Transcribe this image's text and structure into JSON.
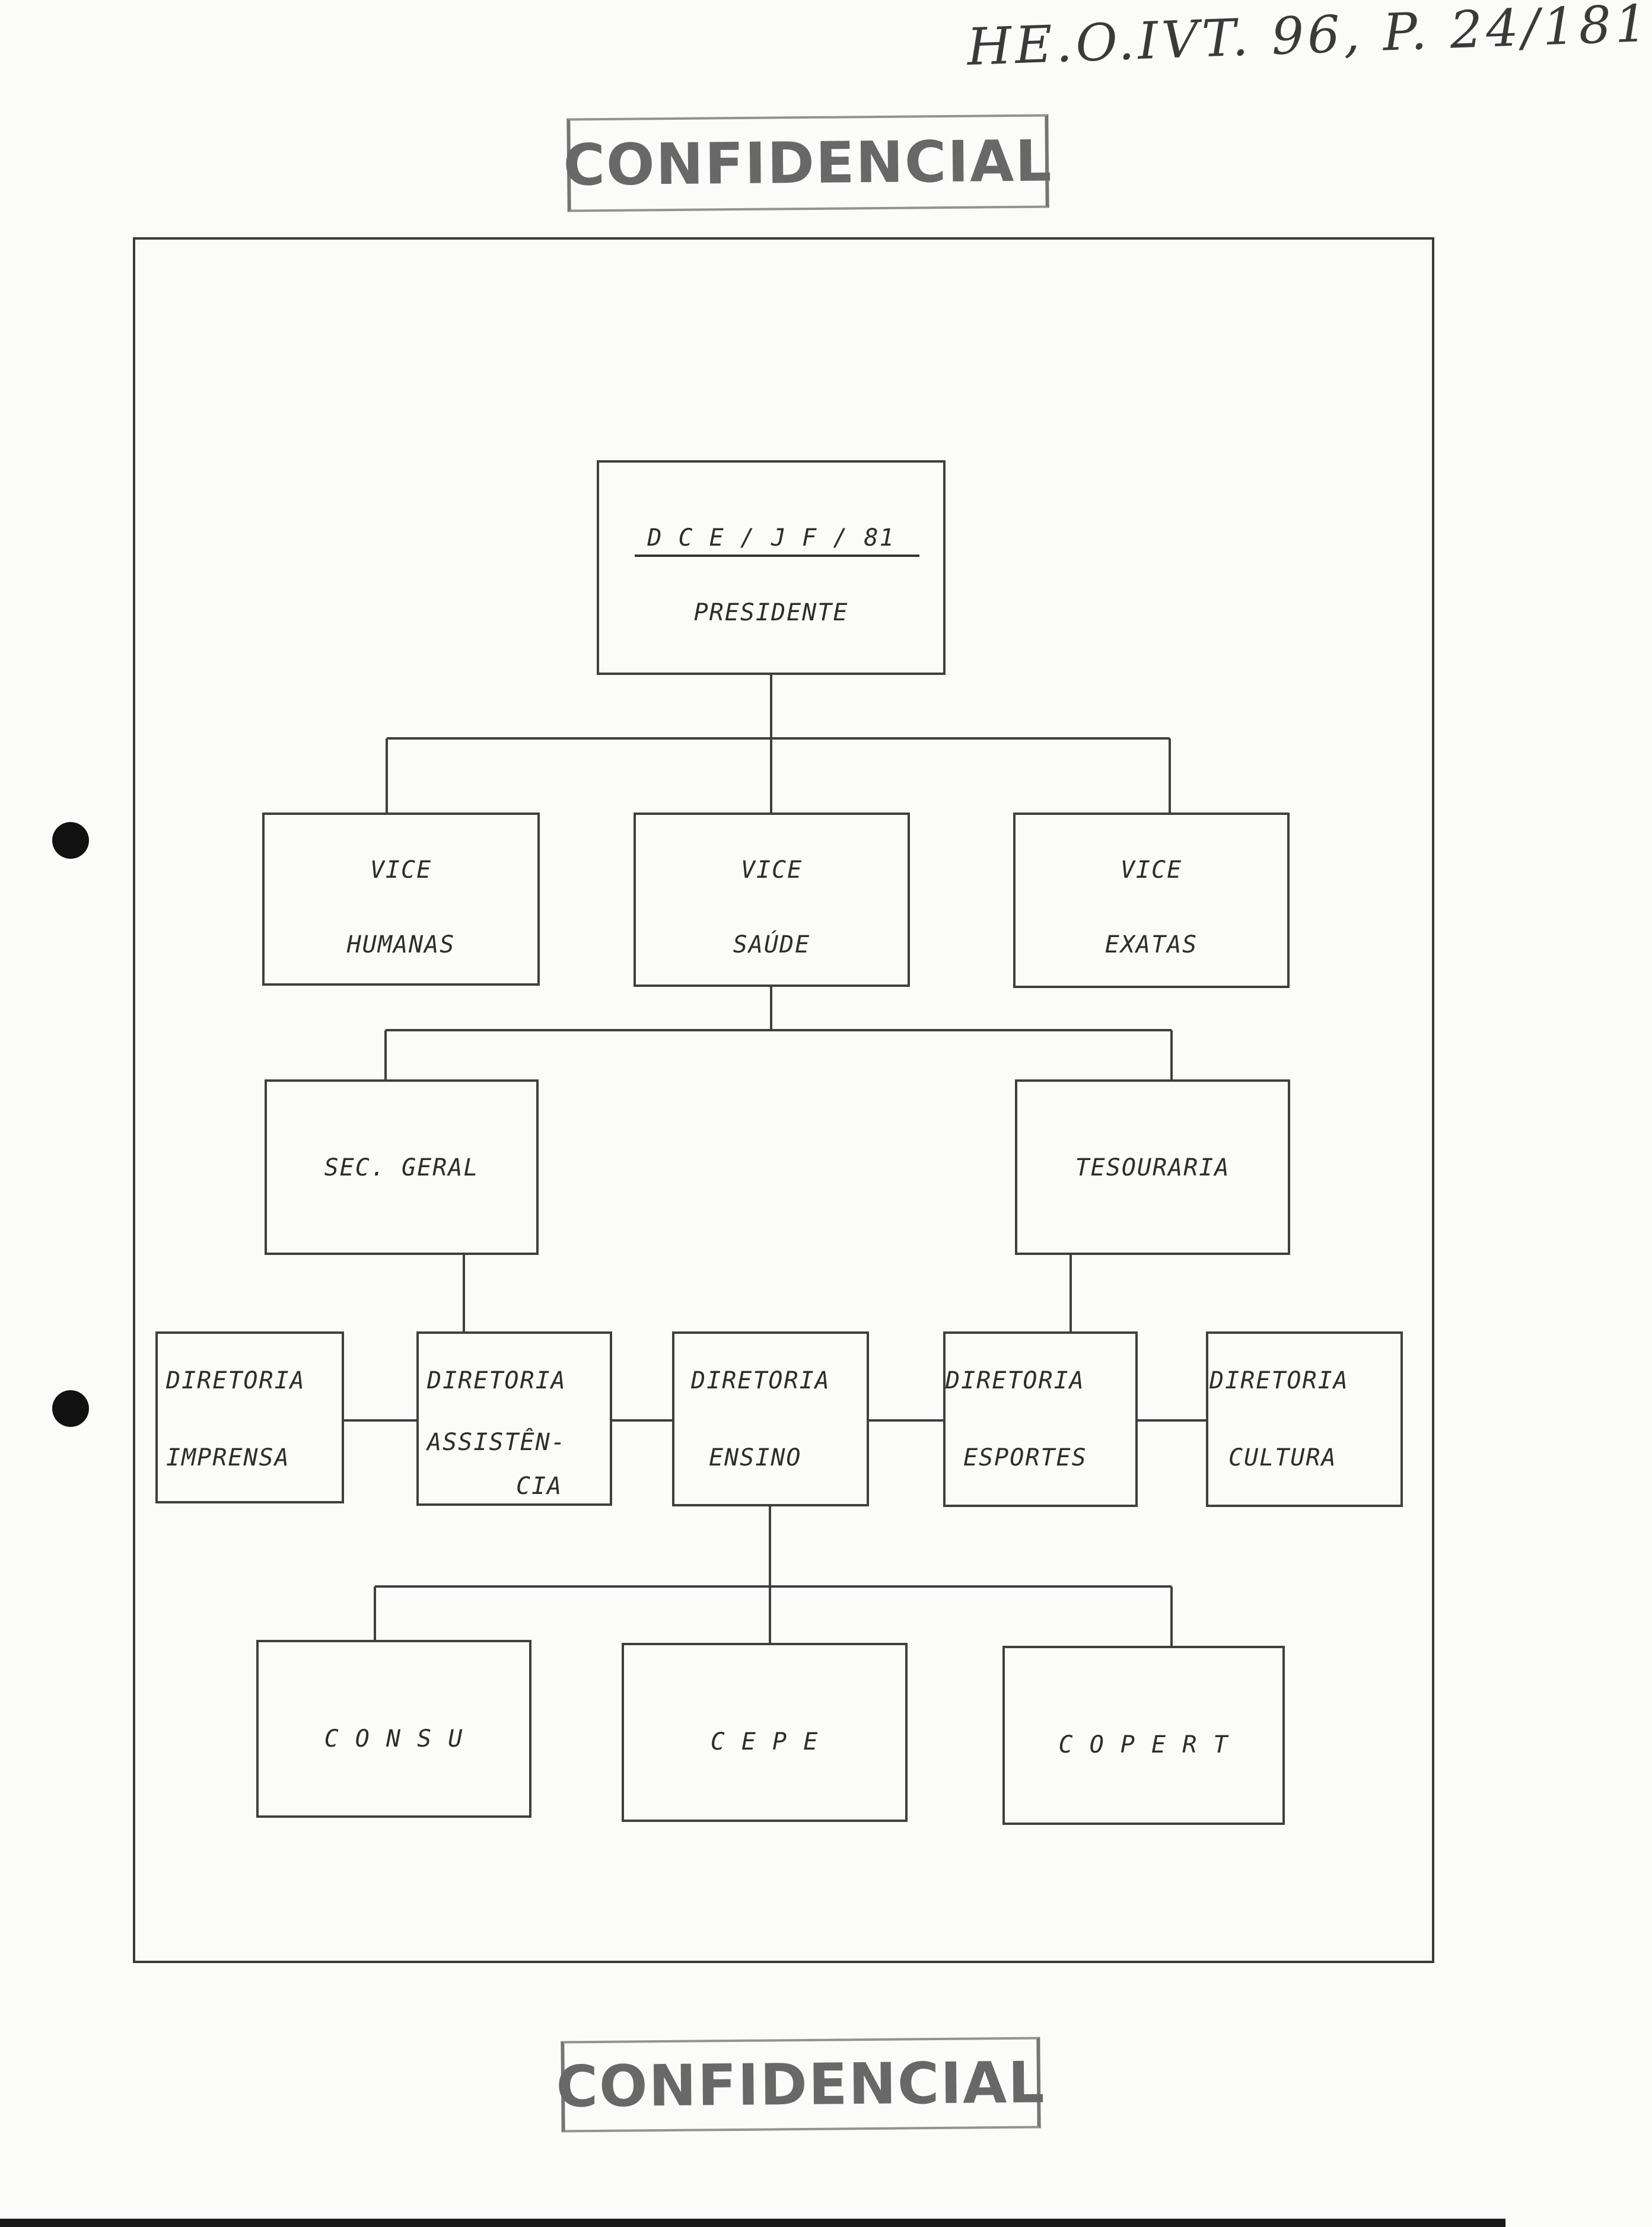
{
  "header": {
    "handwritten_reference": "HE.O.IVT. 96, P. 24/181",
    "stamp_top": "CONFIDENCIAL",
    "stamp_bottom": "CONFIDENCIAL"
  },
  "diagram": {
    "root": {
      "title": "D C E / J F / 81",
      "subtitle": "PRESIDENTE"
    },
    "vices": [
      {
        "line1": "VICE",
        "line2": "HUMANAS"
      },
      {
        "line1": "VICE",
        "line2": "SAÚDE"
      },
      {
        "line1": "VICE",
        "line2": "EXATAS"
      }
    ],
    "secretaries": [
      {
        "label": "SEC. GERAL"
      },
      {
        "label": "TESOURARIA"
      }
    ],
    "directorates": [
      {
        "line1": "DIRETORIA",
        "line2": "IMPRENSA"
      },
      {
        "line1": "DIRETORIA",
        "line2": "ASSISTÊN-",
        "line3": "CIA"
      },
      {
        "line1": "DIRETORIA",
        "line2": "ENSINO"
      },
      {
        "line1": "DIRETORIA",
        "line2": "ESPORTES"
      },
      {
        "line1": "DIRETORIA",
        "line2": "CULTURA"
      }
    ],
    "councils": [
      {
        "label": "C O N S U"
      },
      {
        "label": "C E P E"
      },
      {
        "label": "C O P E R T"
      }
    ]
  }
}
